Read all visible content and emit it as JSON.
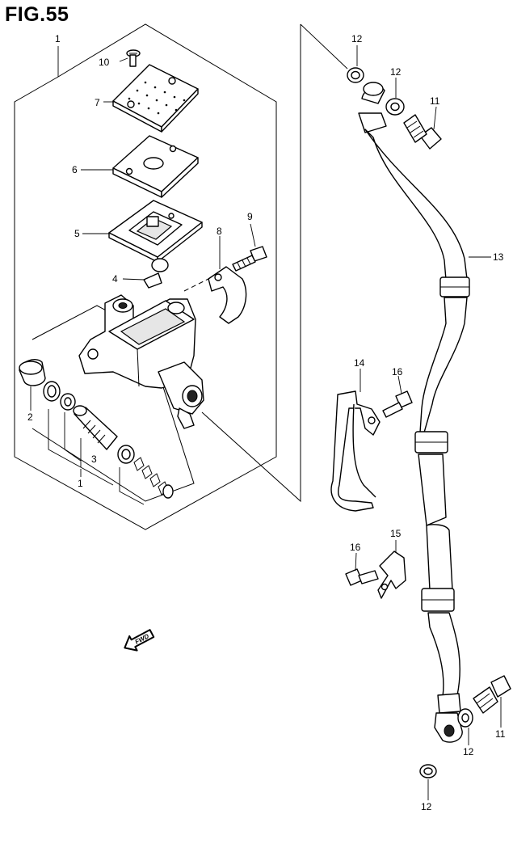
{
  "figure": {
    "title": "FIG.55"
  },
  "callouts": [
    {
      "id": "c1-top",
      "label": "1"
    },
    {
      "id": "c10",
      "label": "10"
    },
    {
      "id": "c7",
      "label": "7"
    },
    {
      "id": "c6",
      "label": "6"
    },
    {
      "id": "c5",
      "label": "5"
    },
    {
      "id": "c9",
      "label": "9"
    },
    {
      "id": "c8",
      "label": "8"
    },
    {
      "id": "c4",
      "label": "4"
    },
    {
      "id": "c2",
      "label": "2"
    },
    {
      "id": "c3",
      "label": "3"
    },
    {
      "id": "c1-bottom",
      "label": "1"
    },
    {
      "id": "c12-a",
      "label": "12"
    },
    {
      "id": "c12-b",
      "label": "12"
    },
    {
      "id": "c11-top",
      "label": "11"
    },
    {
      "id": "c13",
      "label": "13"
    },
    {
      "id": "c14",
      "label": "14"
    },
    {
      "id": "c16-a",
      "label": "16"
    },
    {
      "id": "c15",
      "label": "15"
    },
    {
      "id": "c16-b",
      "label": "16"
    },
    {
      "id": "c11-bottom",
      "label": "11"
    },
    {
      "id": "c12-c",
      "label": "12"
    },
    {
      "id": "c12-d",
      "label": "12"
    }
  ],
  "direction_badge": {
    "label": "FWD",
    "icon": "forward-arrow-icon"
  },
  "colors": {
    "line": "#000000",
    "background": "#ffffff",
    "shade": "#e6e6e6"
  }
}
